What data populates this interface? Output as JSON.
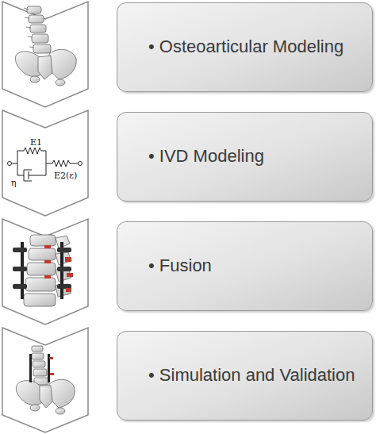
{
  "diagram": {
    "nodes": [
      {
        "text": [
          "• Osteoarticular Modeling"
        ]
      },
      {
        "text": [
          "• IVD Modeling"
        ]
      },
      {
        "text": [
          "• Fusion"
        ]
      },
      {
        "text": [
          "• Simulation and Validation"
        ]
      }
    ],
    "labels": [
      "E1",
      "η",
      "E2(ε)"
    ]
  }
}
